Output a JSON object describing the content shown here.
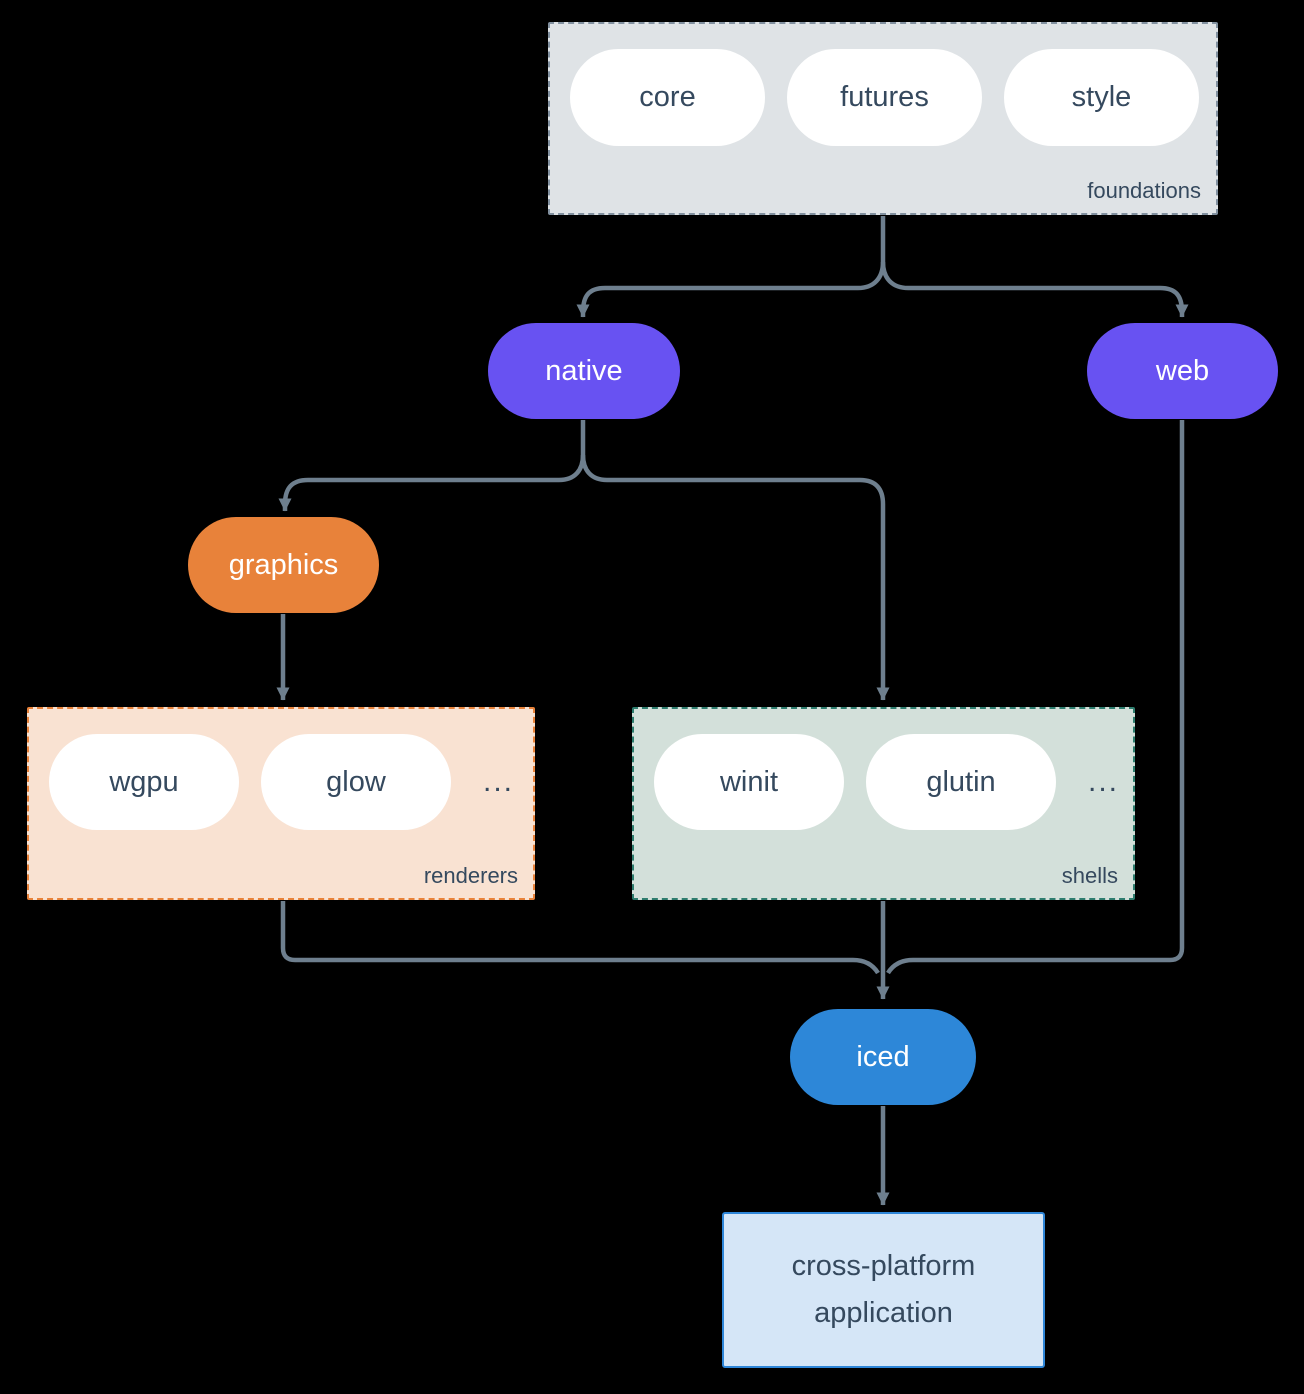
{
  "diagram": {
    "foundations": {
      "label": "foundations",
      "pills": [
        "core",
        "futures",
        "style"
      ]
    },
    "native_label": "native",
    "web_label": "web",
    "graphics_label": "graphics",
    "renderers": {
      "label": "renderers",
      "pills": [
        "wgpu",
        "glow"
      ],
      "more": "..."
    },
    "shells": {
      "label": "shells",
      "pills": [
        "winit",
        "glutin"
      ],
      "more": "..."
    },
    "iced_label": "iced",
    "app": {
      "line1": "cross-platform",
      "line2": "application"
    }
  },
  "colors": {
    "bg": "#000000",
    "white": "#ffffff",
    "slate": "#35495e",
    "arrow": "#6e7f8e",
    "foundations-bg": "#dfe3e6",
    "foundations-border": "#8291a0",
    "purple": "#6852f2",
    "orange": "#e8823a",
    "peach": "#f9e2d2",
    "sage": "#d3e0da",
    "teal": "#2e7d6e",
    "blue": "#2d87d8",
    "app-bg": "#d5e6f7",
    "app-border": "#2e86d8"
  }
}
